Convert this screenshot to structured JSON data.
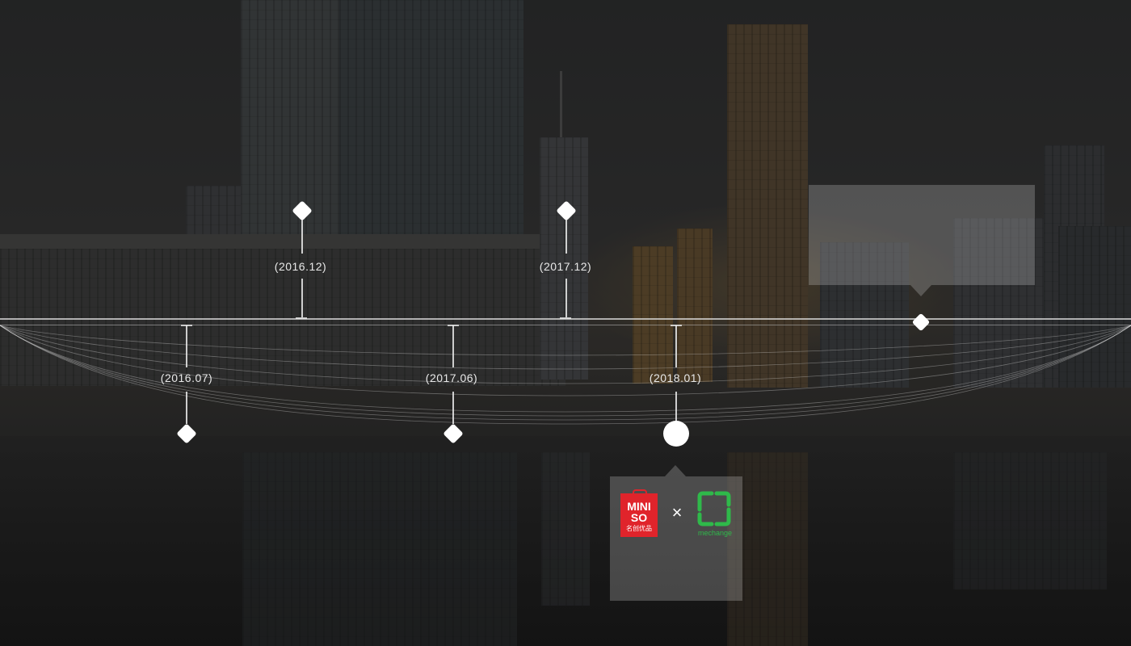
{
  "timeline": {
    "events": [
      {
        "date": "(2016.07)",
        "position": "below",
        "marker": "diamond"
      },
      {
        "date": "(2016.12)",
        "position": "above",
        "marker": "diamond"
      },
      {
        "date": "(2017.06)",
        "position": "below",
        "marker": "diamond"
      },
      {
        "date": "(2017.12)",
        "position": "above",
        "marker": "diamond"
      },
      {
        "date": "(2018.01)",
        "position": "below",
        "marker": "circle",
        "active": true
      }
    ],
    "active_event_card": {
      "brand_left": "MINISO",
      "brand_left_line1": "MINI",
      "brand_left_line2": "SO",
      "brand_left_cn": "名创优品",
      "separator": "×",
      "brand_right_caption": "mechange"
    }
  },
  "colors": {
    "marker": "#ffffff",
    "miniso_red": "#e0242b",
    "partner_green": "#2fb94a",
    "card_bg": "rgba(200,200,200,0.28)"
  },
  "icons": {
    "active_marker": "circle",
    "event_marker": "diamond",
    "card_separator": "close-x"
  }
}
